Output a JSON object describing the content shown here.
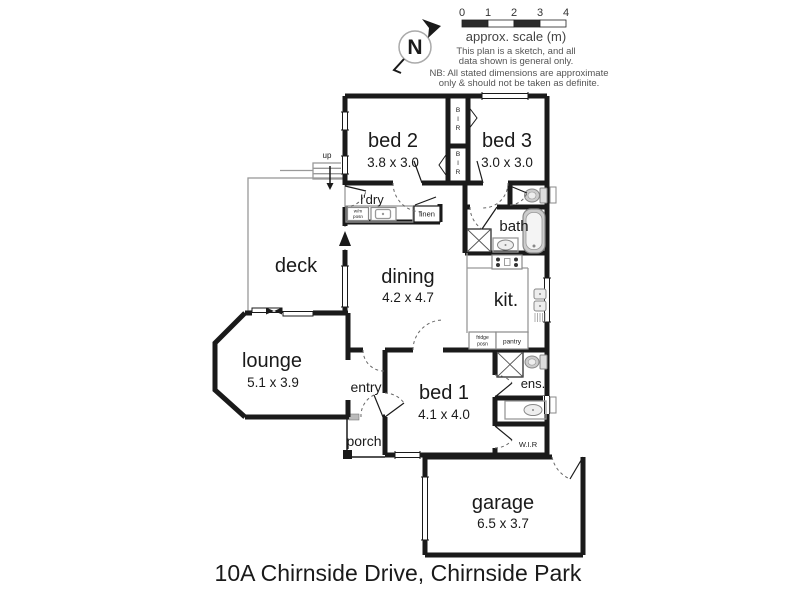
{
  "title": "10A Chirnside Drive, Chirnside Park",
  "legend": {
    "north": "N",
    "scale_ticks": [
      "0",
      "1",
      "2",
      "3",
      "4"
    ],
    "scale_caption": "approx. scale (m)",
    "note_line1": "This plan is a sketch, and all",
    "note_line2": "data shown is general only.",
    "note_line3": "NB: All stated dimensions are approximate",
    "note_line4": "only & should not be taken as definite."
  },
  "rooms": {
    "bed2": {
      "label": "bed 2",
      "dims": "3.8 x 3.0"
    },
    "bed3": {
      "label": "bed 3",
      "dims": "3.0 x 3.0"
    },
    "bed1": {
      "label": "bed 1",
      "dims": "4.1 x 4.0"
    },
    "dining": {
      "label": "dining",
      "dims": "4.2 x 4.7"
    },
    "lounge": {
      "label": "lounge",
      "dims": "5.1 x 3.9"
    },
    "garage": {
      "label": "garage",
      "dims": "6.5 x 3.7"
    },
    "deck": {
      "label": "deck"
    },
    "kitchen": {
      "label": "kit."
    },
    "bath": {
      "label": "bath"
    },
    "ldry": {
      "label": "l'dry"
    },
    "linen": {
      "label": "linen"
    },
    "entry": {
      "label": "entry"
    },
    "porch": {
      "label": "porch"
    },
    "ens": {
      "label": "ens."
    },
    "wir": {
      "label": "W.I.R"
    },
    "up": {
      "label": "up"
    },
    "bir": [
      "B",
      "I",
      "R"
    ],
    "wm": {
      "line1": "w/m",
      "line2": "posn"
    },
    "fridge": {
      "line1": "fridge",
      "line2": "posn"
    },
    "pantry": {
      "label": "pantry"
    }
  },
  "colors": {
    "wall": "#1a1a1a",
    "fixtures": "#999999",
    "dashed_arc": "#666666",
    "background": "#ffffff"
  }
}
